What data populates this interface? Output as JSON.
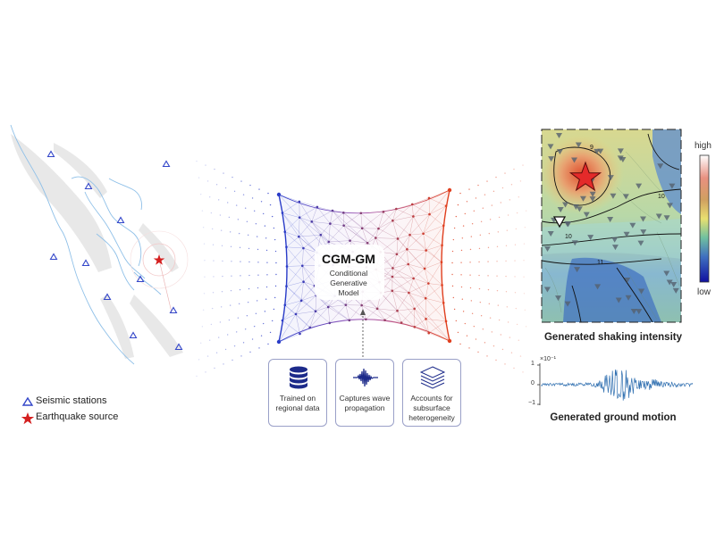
{
  "legend": {
    "stations_label": "Seismic stations",
    "source_label": "Earthquake source"
  },
  "model": {
    "title": "CGM-GM",
    "subtitle_lines": [
      "Conditional",
      "Generative",
      "Model"
    ]
  },
  "features": [
    {
      "icon": "database-icon",
      "lines": [
        "Trained on",
        "regional data"
      ]
    },
    {
      "icon": "waveform-icon",
      "lines": [
        "Captures wave",
        "propagation"
      ]
    },
    {
      "icon": "layers-icon",
      "lines": [
        "Accounts for",
        "subsurface",
        "heterogeneity"
      ]
    }
  ],
  "intensity_map": {
    "caption": "Generated shaking intensity",
    "colorbar_high": "high",
    "colorbar_low": "low",
    "contour_labels": [
      "9",
      "10",
      "10",
      "11"
    ]
  },
  "ground_motion": {
    "caption": "Generated ground motion",
    "y_scale_label": "×10⁻¹",
    "y_ticks": [
      "1",
      "0",
      "−1"
    ]
  },
  "colors": {
    "station": "#3346c9",
    "source": "#d42020",
    "network_left": "#2a3cc8",
    "network_right": "#e04020",
    "waveform": "#2f6fb0"
  }
}
